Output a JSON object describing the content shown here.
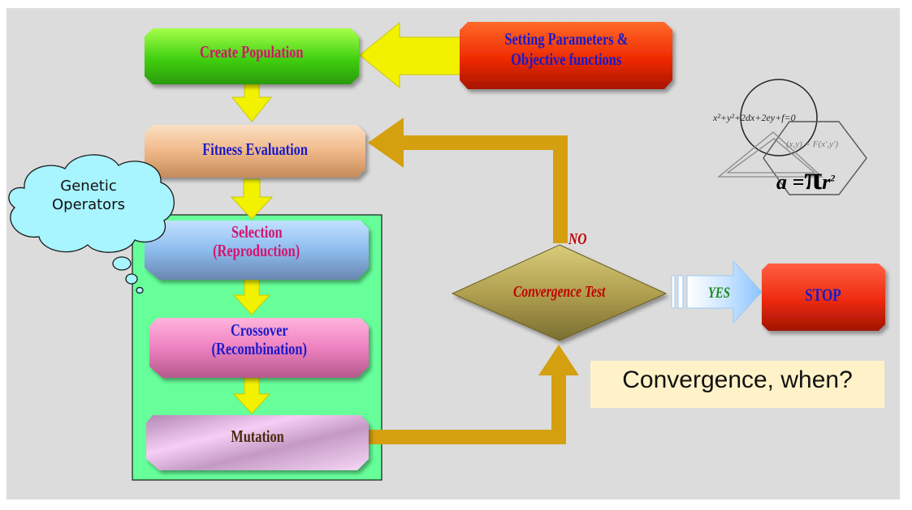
{
  "colors": {
    "background": "#dcdcdc",
    "label_blue": "#1a1ac8",
    "label_magenta": "#d4146e",
    "label_brown": "#4a2a10",
    "label_red": "#c00000",
    "label_green": "#1a8a1a",
    "arrow_yellow": "#f2f200",
    "arrow_gold": "#d4a010",
    "operators_panel": "#66ff99",
    "note_bg": "#fff2c8"
  },
  "steps": {
    "create": "Create Population",
    "setting_line1": "Setting Parameters &",
    "setting_line2": "Objective functions",
    "fitness": "Fitness Evaluation",
    "selection_line1": "Selection",
    "selection_line2": "(Reproduction)",
    "crossover_line1": "Crossover",
    "crossover_line2": "(Recombination)",
    "mutation": "Mutation",
    "convergence": "Convergence Test",
    "stop": "STOP"
  },
  "edges": {
    "no": "NO",
    "yes": "YES"
  },
  "callout": {
    "line1": "Genetic",
    "line2": "Operators"
  },
  "note": "Convergence, when?",
  "formula": {
    "equation": "x²+y²+2dx+2ey+f=0",
    "mapping": "(x,y) = F(x',y')",
    "area_a": "a =",
    "area_pi": "π",
    "area_r": "r",
    "area_exp": "2"
  },
  "icons": {
    "circle": "circle-outline-icon",
    "triangle": "triangle-outline-icon",
    "hexagon": "hexagon-outline-icon",
    "cloud": "thought-cloud-icon"
  }
}
